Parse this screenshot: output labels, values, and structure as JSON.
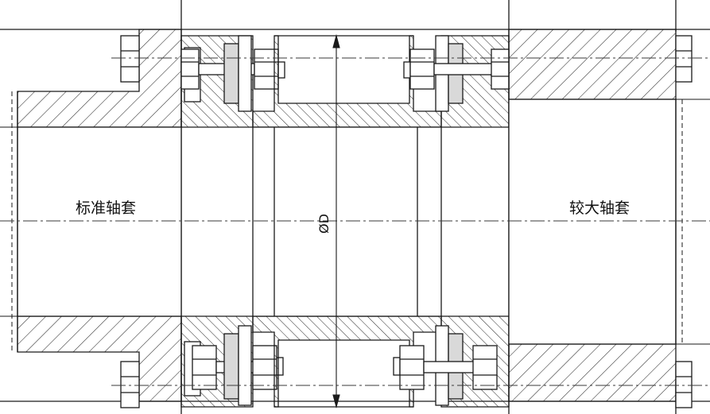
{
  "labels": {
    "left_sleeve": "标准轴套",
    "right_sleeve": "较大轴套",
    "diameter": "ØD"
  },
  "colors": {
    "line": "#1a1a1a",
    "hatch": "#2a2a2a",
    "centerline": "#3a3a3a",
    "background": "#ffffff"
  }
}
